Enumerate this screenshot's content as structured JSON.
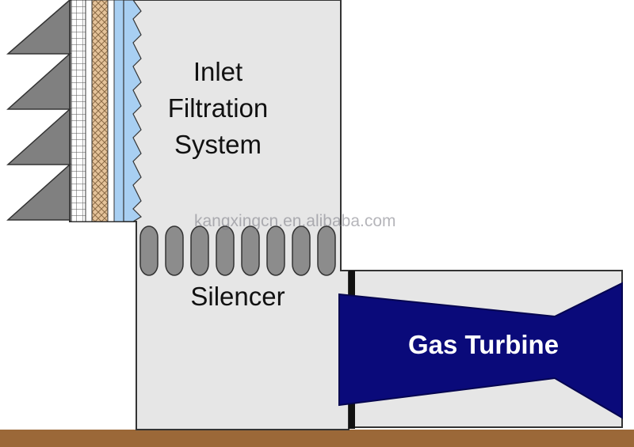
{
  "labels": {
    "inlet_line1": "Inlet",
    "inlet_line2": "Filtration",
    "inlet_line3": "System",
    "silencer": "Silencer",
    "turbine": "Gas Turbine",
    "watermark": "kangxingcn.en.alibaba.com"
  },
  "colors": {
    "housing_fill": "#e6e6e6",
    "outline": "#333333",
    "weather_hood": "#808080",
    "filter_blue": "#a8cff2",
    "filter_tan": "#e5c39a",
    "silencer_baffle": "#8c8c8c",
    "turbine_blue": "#0a0a7a",
    "ground": "#9b6838"
  }
}
